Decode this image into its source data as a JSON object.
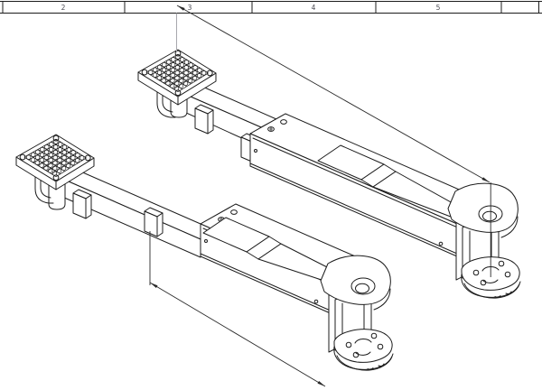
{
  "frame": {
    "zone_labels": [
      "2",
      "3",
      "4",
      "5"
    ]
  },
  "colors": {
    "background": "#ffffff",
    "line": "#1c1c1c",
    "dimension_line": "#2a2a2a",
    "extension_line": "#a8a8ae",
    "zone_label_text": "#4a4a52"
  }
}
